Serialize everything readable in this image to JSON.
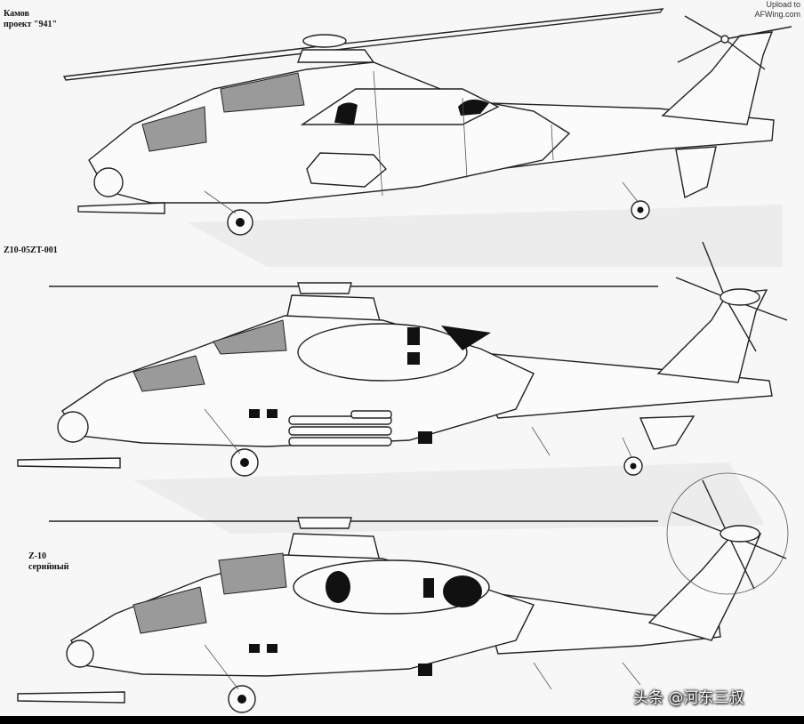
{
  "labels": {
    "kamov_line1": "Камов",
    "kamov_line2": "проект \"941\"",
    "prototype": "Z10-05ZT-001",
    "production_line1": "Z-10",
    "production_line2": "серийный"
  },
  "credit": {
    "line1": "Upload to",
    "line2": "AFWing.com"
  },
  "watermark": "头条 @河东三叔",
  "colors": {
    "paper": "#f7f7f7",
    "frame": "#000000",
    "ink": "#222222",
    "glass": "#9a9a9a"
  }
}
